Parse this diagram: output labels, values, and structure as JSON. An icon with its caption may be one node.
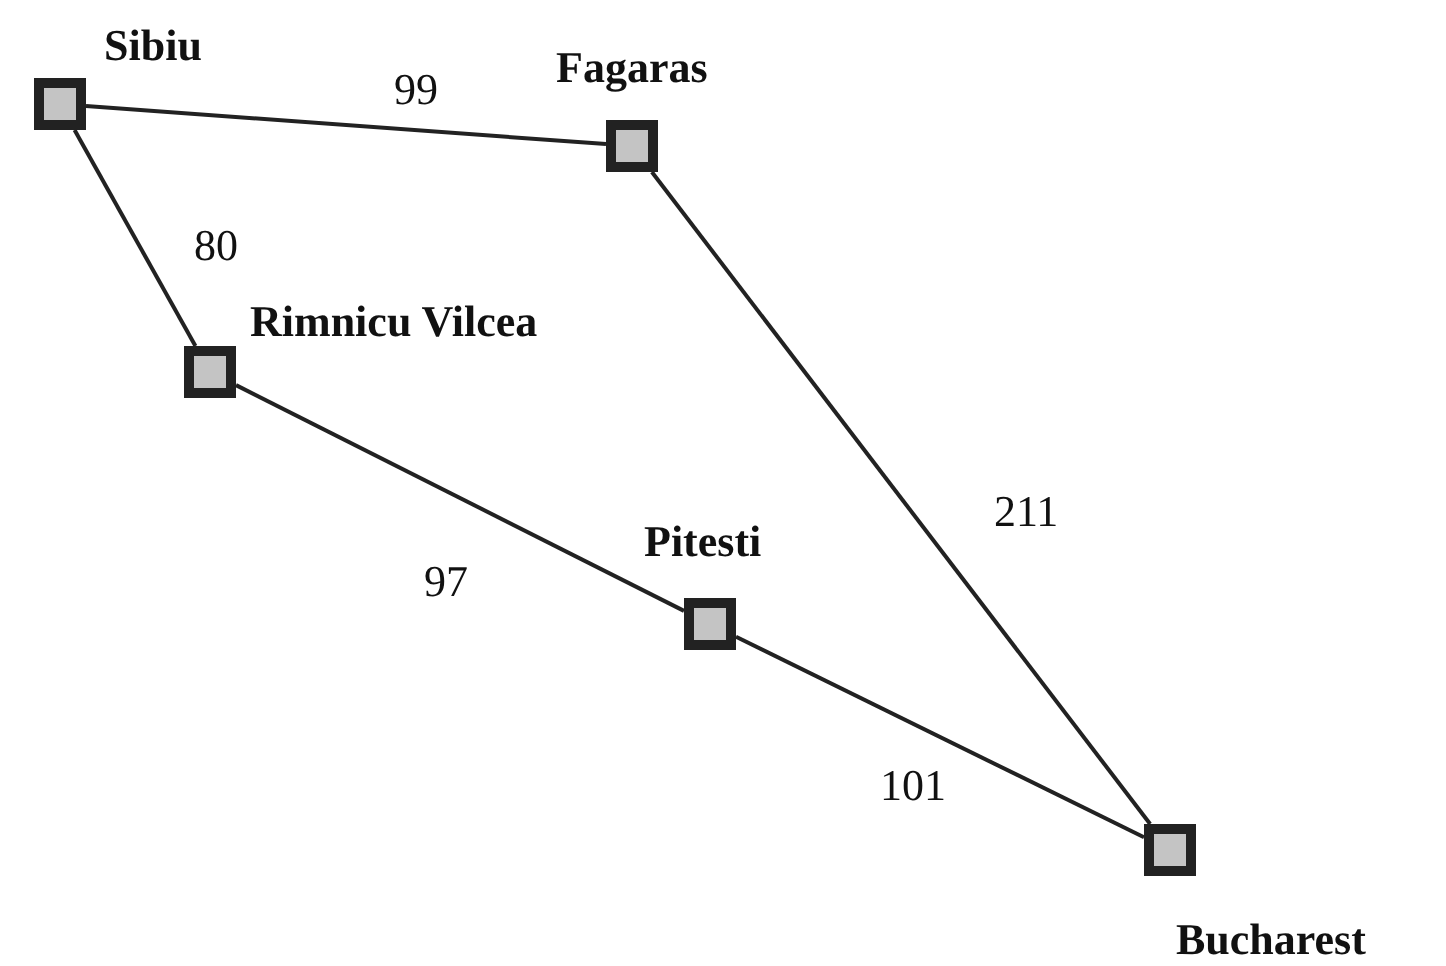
{
  "diagram": {
    "nodes": [
      {
        "text": [
          "Sibiu"
        ]
      },
      {
        "text": [
          "Fagaras"
        ]
      },
      {
        "text": [
          "Rimnicu Vilcea"
        ]
      },
      {
        "text": [
          "Pitesti"
        ]
      },
      {
        "text": [
          "Bucharest"
        ]
      }
    ],
    "edges": [
      {
        "from": 0,
        "to": 1,
        "arrow": "none",
        "label": "99"
      },
      {
        "from": 0,
        "to": 2,
        "arrow": "none",
        "label": "80"
      },
      {
        "from": 2,
        "to": 3,
        "arrow": "none",
        "label": "97"
      },
      {
        "from": 3,
        "to": 4,
        "arrow": "none",
        "label": "101"
      },
      {
        "from": 1,
        "to": 4,
        "arrow": "none",
        "label": "211"
      }
    ]
  }
}
